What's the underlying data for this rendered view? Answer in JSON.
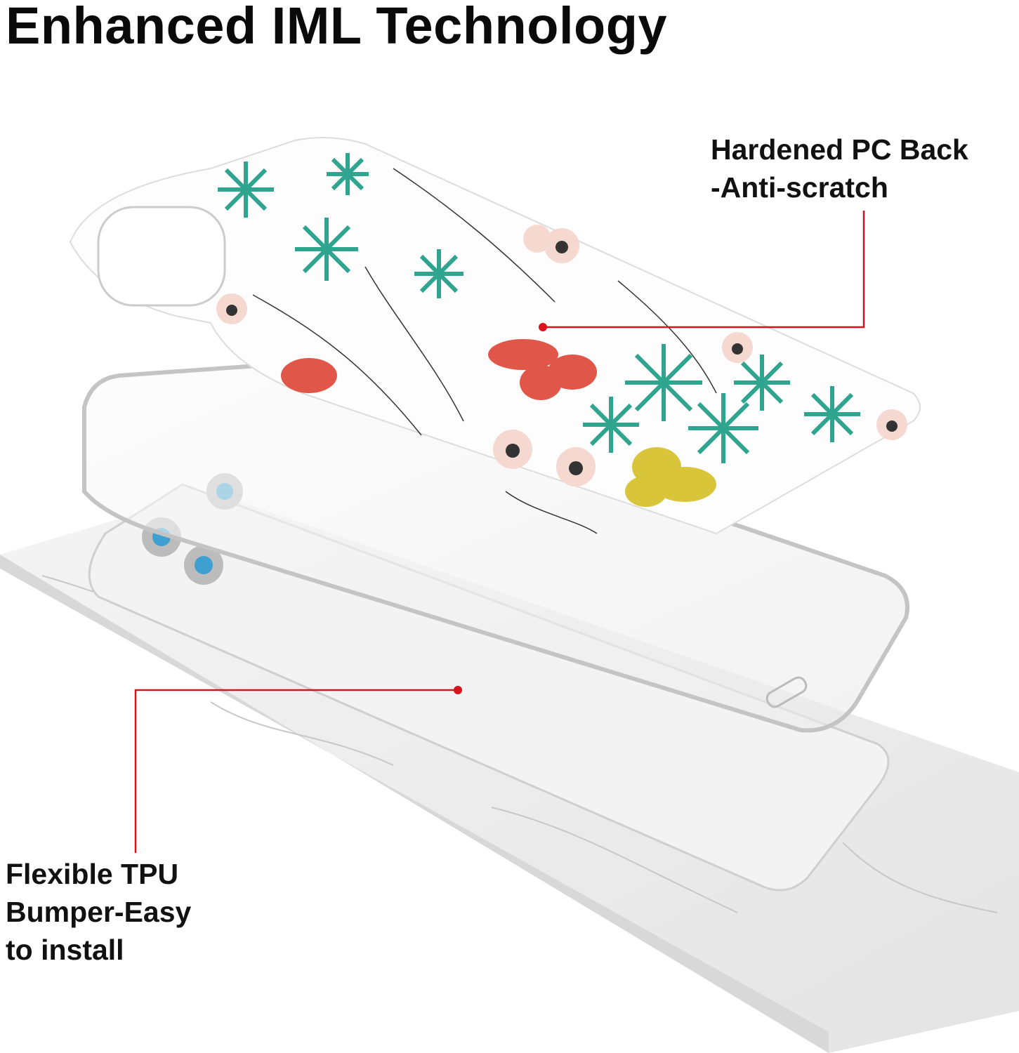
{
  "title": "Enhanced IML Technology",
  "callouts": {
    "pc_back": {
      "line1": "Hardened PC Back",
      "line2": "-Anti-scratch"
    },
    "tpu_bumper": {
      "line1": "Flexible TPU",
      "line2": "Bumper-Easy",
      "line3": "to install"
    }
  },
  "colors": {
    "accent_line": "#d9121b",
    "teal": "#2fa58f",
    "coral": "#e0574a",
    "yellow": "#d8c53a",
    "marble": "#eeeeee"
  }
}
